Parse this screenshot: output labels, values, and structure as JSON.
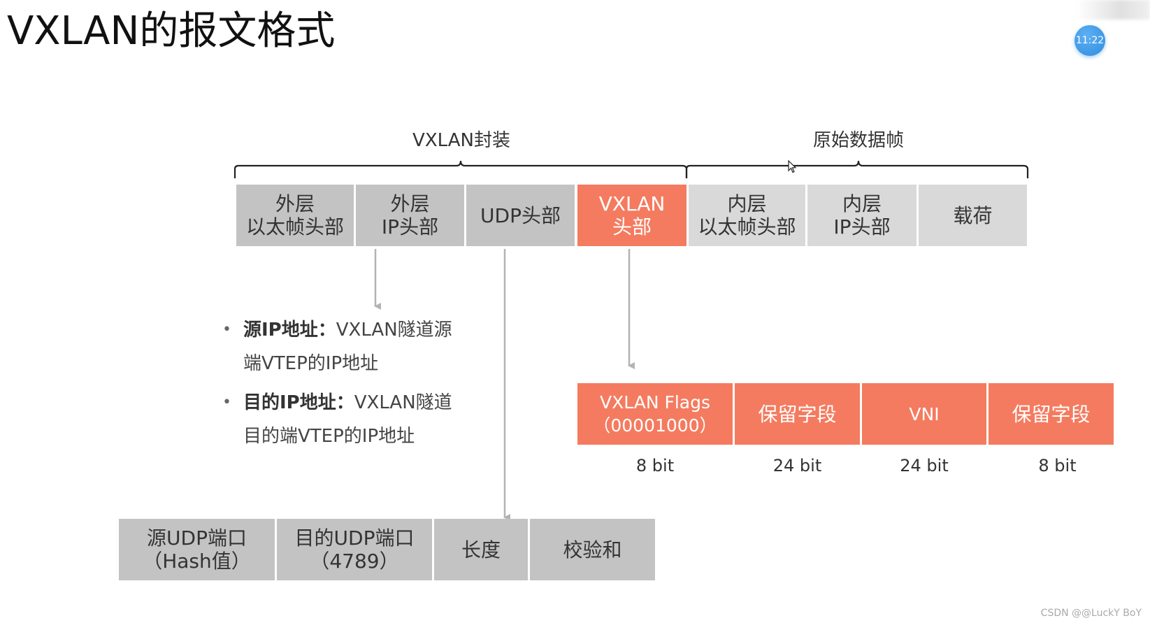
{
  "title": "VXLAN的报文格式",
  "clock_badge": "11:22",
  "watermark": "CSDN @@LuckY BoY",
  "braces": {
    "left_label": "VXLAN封装",
    "right_label": "原始数据帧"
  },
  "frame_fields": [
    {
      "label": "外层\n以太帧头部"
    },
    {
      "label": "外层\nIP头部"
    },
    {
      "label": "UDP头部"
    },
    {
      "label": "VXLAN\n头部",
      "highlight": true
    },
    {
      "label": "内层\n以太帧头部"
    },
    {
      "label": "内层\nIP头部"
    },
    {
      "label": "载荷"
    }
  ],
  "ip_notes": [
    {
      "term": "源IP地址",
      "sep": "：",
      "line1": "VXLAN隧道源",
      "line2": "端VTEP的IP地址"
    },
    {
      "term": "目的IP地址",
      "sep": "：",
      "line1": "VXLAN隧道",
      "line2": "目的端VTEP的IP地址"
    }
  ],
  "vxlan_header_fields": [
    {
      "label": "VXLAN Flags\n（00001000）",
      "bits": "8 bit"
    },
    {
      "label": "保留字段",
      "bits": "24 bit"
    },
    {
      "label": "VNI",
      "bits": "24 bit"
    },
    {
      "label": "保留字段",
      "bits": "8 bit"
    }
  ],
  "udp_header_fields": [
    {
      "label": "源UDP端口\n（Hash值）"
    },
    {
      "label": "目的UDP端口\n（4789）"
    },
    {
      "label": "长度"
    },
    {
      "label": "校验和"
    }
  ],
  "colors": {
    "orange": "#f47b5f",
    "gray_dark": "#c3c3c3",
    "gray_light": "#d9d9d9",
    "arrow": "#b3b3b3",
    "badge": "#2f8de0"
  }
}
